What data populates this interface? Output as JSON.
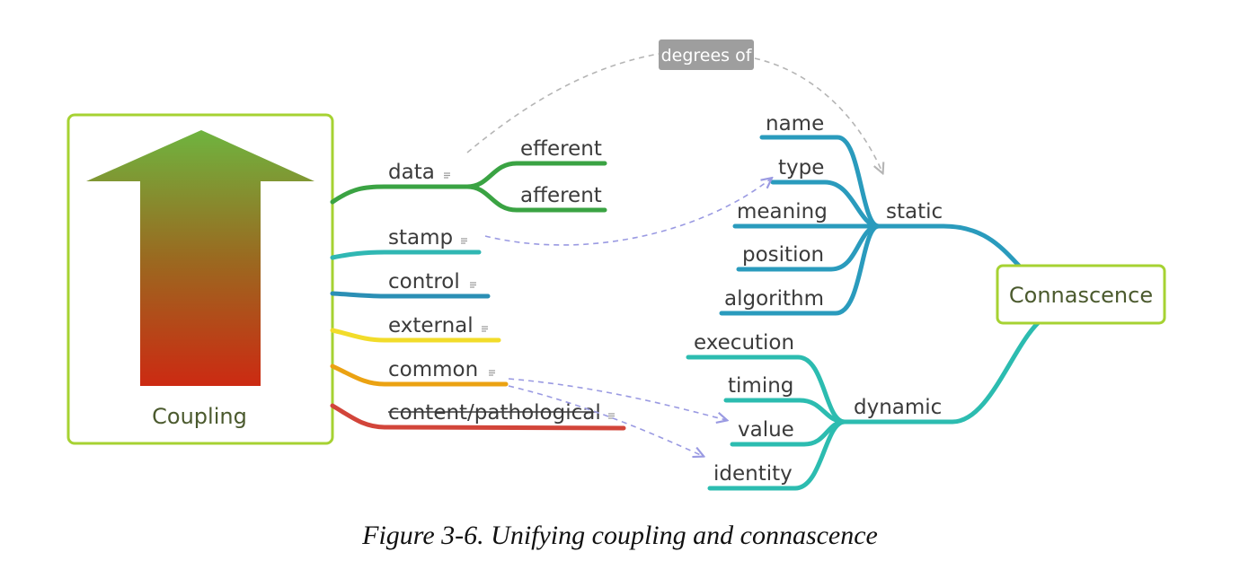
{
  "coupling": {
    "label": "Coupling",
    "types": [
      {
        "label": "data",
        "color": "#3aa343",
        "subtypes": [
          "efferent",
          "afferent"
        ]
      },
      {
        "label": "stamp",
        "color": "#30b7b3"
      },
      {
        "label": "control",
        "color": "#2b8fb5"
      },
      {
        "label": "external",
        "color": "#f2dc2a"
      },
      {
        "label": "common",
        "color": "#eba212"
      },
      {
        "label": "content/pathological",
        "color": "#d2453a"
      }
    ]
  },
  "connascence": {
    "label": "Connascence",
    "static": {
      "label": "static",
      "color": "#2a9bbd",
      "items": [
        "name",
        "type",
        "meaning",
        "position",
        "algorithm"
      ]
    },
    "dynamic": {
      "label": "dynamic",
      "color": "#2cbcb0",
      "items": [
        "execution",
        "timing",
        "value",
        "identity"
      ]
    }
  },
  "relation": {
    "label": "degrees of"
  },
  "caption": "Figure 3-6. Unifying coupling and connascence",
  "colors": {
    "box_border": "#a6d232",
    "arrow_top": "#6fb43f",
    "arrow_bottom": "#cc2a12",
    "badge": "#9e9e9e"
  }
}
